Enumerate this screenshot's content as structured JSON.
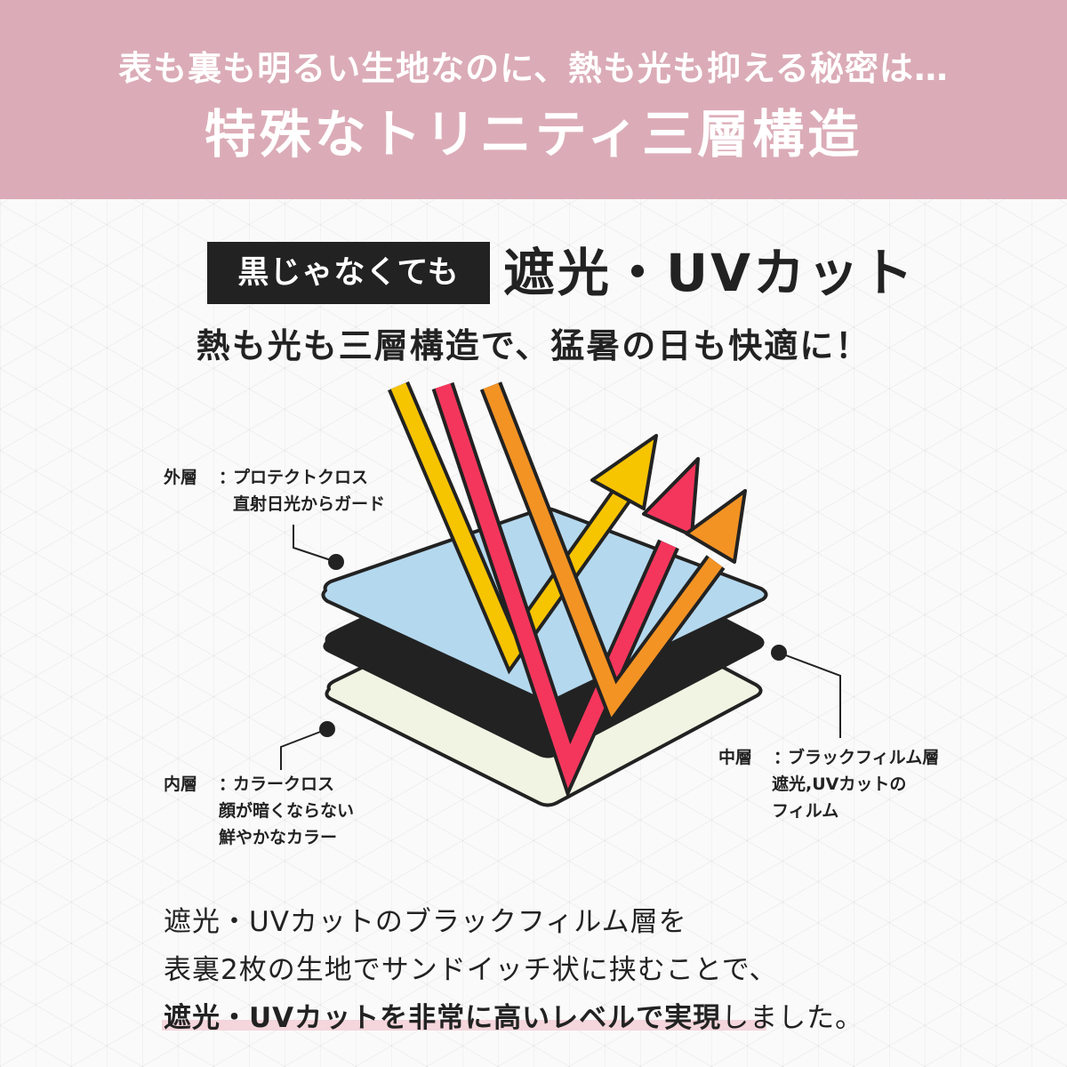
{
  "header": {
    "lead": "表も裏も明るい生地なのに、熱も光も抑える秘密は…",
    "title": "特殊なトリニティ三層構造"
  },
  "headline": {
    "black_label": "黒じゃなくても",
    "big_label": "遮光・UVカット"
  },
  "subline": "熱も光も三層構造で、猛暑の日も快適に！",
  "callouts": {
    "outer": {
      "name": "外層",
      "sep": "：",
      "line1": "プロテクトクロス",
      "line2": "直射日光からガード"
    },
    "middle": {
      "name": "中層",
      "sep": "：",
      "line1": "ブラックフィルム層",
      "line2": "遮光,UVカットの",
      "line3": "フィルム"
    },
    "inner": {
      "name": "内層",
      "sep": "：",
      "line1": "カラークロス",
      "line2": "顔が暗くならない",
      "line3": "鮮やかなカラー"
    }
  },
  "body": {
    "line1": "遮光・UVカットのブラックフィルム層を",
    "line2": "表裏2枚の生地でサンドイッチ状に挟むことで、",
    "line3_emph": "遮光・UVカットを非常に高いレベルで実現",
    "line3_rest": "しました。"
  },
  "colors": {
    "header_bg": "#dbacb7",
    "outer_layer": "#b4d8ee",
    "middle_layer": "#222222",
    "inner_layer": "#f2f4e3",
    "arrow_yellow": "#f7c400",
    "arrow_red": "#f5365c",
    "arrow_orange": "#f39324",
    "underline": "#f4d6dc"
  }
}
